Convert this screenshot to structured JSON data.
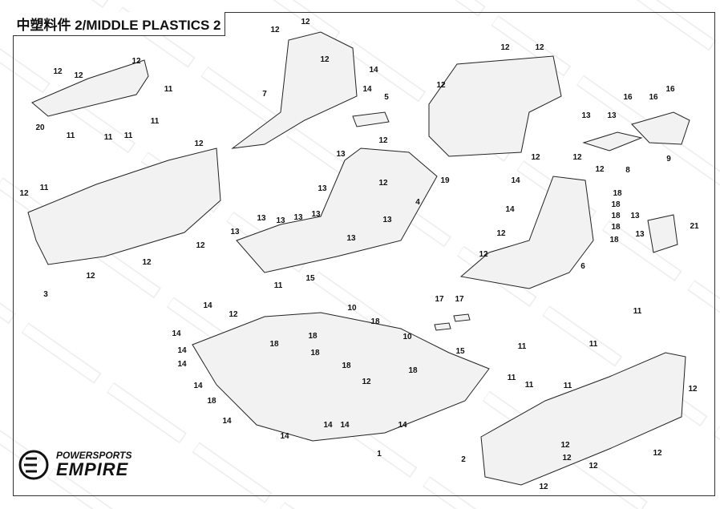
{
  "title": "中塑料件 2/MIDDLE PLASTICS 2",
  "watermark": "POWERSPORTS EMPIRE",
  "logo": {
    "line1": "POWERSPORTS",
    "line2": "EMPIRE"
  },
  "callouts": [
    "12",
    "12",
    "12",
    "14",
    "7",
    "14",
    "5",
    "12",
    "12",
    "12",
    "20",
    "11",
    "11",
    "11",
    "11",
    "11",
    "12",
    "11",
    "12",
    "12",
    "12",
    "12",
    "3",
    "12",
    "12",
    "12",
    "19",
    "13",
    "13",
    "16",
    "16",
    "16",
    "8",
    "9",
    "12",
    "13",
    "12",
    "13",
    "4",
    "13",
    "13",
    "13",
    "13",
    "13",
    "13",
    "13",
    "12",
    "12",
    "12",
    "14",
    "18",
    "18",
    "18",
    "18",
    "18",
    "13",
    "13",
    "21",
    "14",
    "12",
    "12",
    "6",
    "11",
    "15",
    "17",
    "17",
    "14",
    "12",
    "10",
    "18",
    "14",
    "18",
    "18",
    "18",
    "10",
    "14",
    "14",
    "18",
    "15",
    "11",
    "11",
    "11",
    "12",
    "18",
    "14",
    "18",
    "14",
    "14",
    "14",
    "14",
    "1",
    "11",
    "11",
    "11",
    "12",
    "12",
    "12",
    "2",
    "12",
    "12",
    "12",
    "14"
  ]
}
